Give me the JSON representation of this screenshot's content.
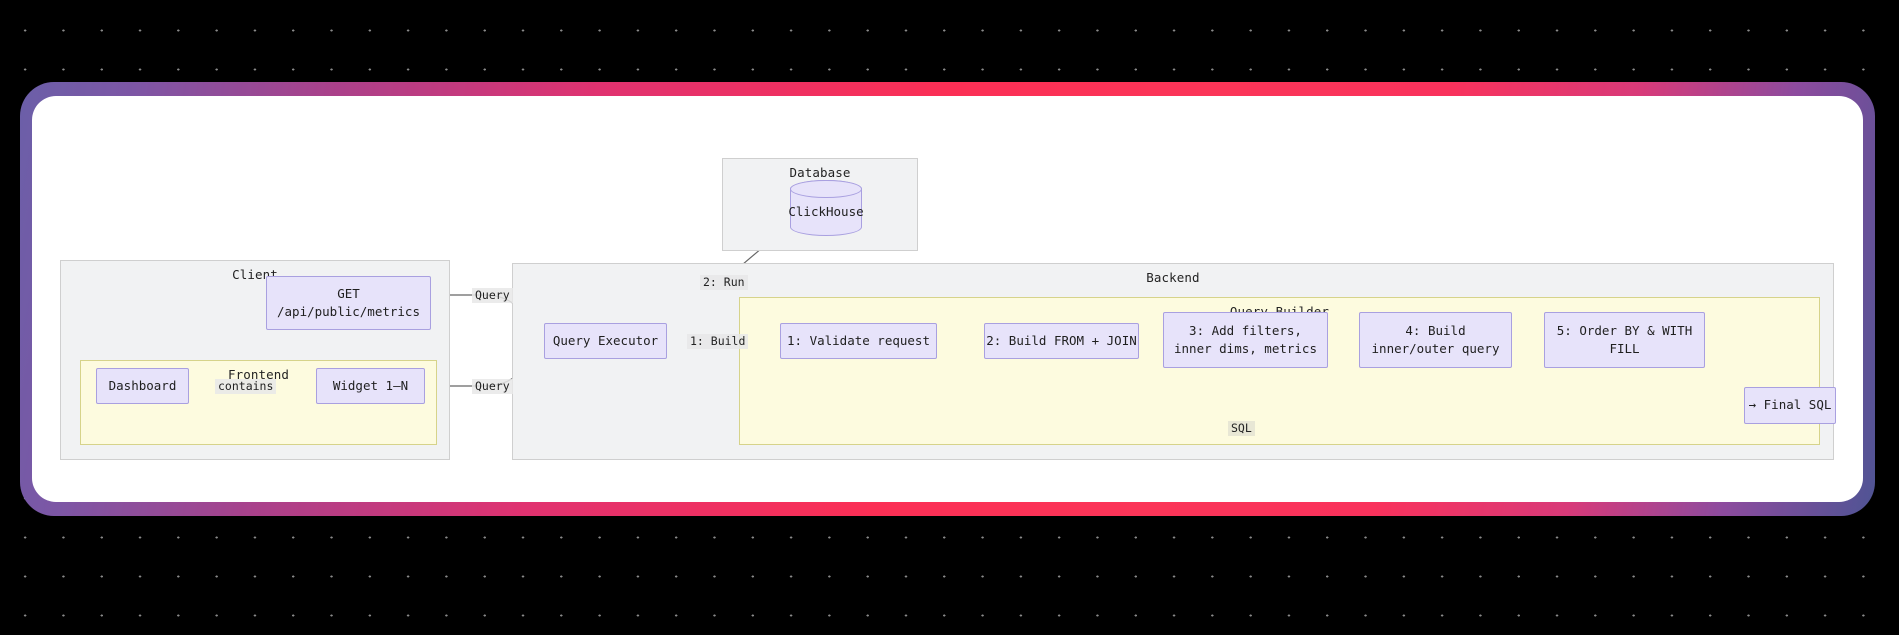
{
  "background": {
    "style": "dot-grid",
    "color": "#000000",
    "dot_color": "#8a8a8a"
  },
  "frame": {
    "gradient_from": "#6b5fa8",
    "gradient_mid": "#fb2f55",
    "gradient_to": "#4f5494",
    "card_background": "#ffffff"
  },
  "diagram": {
    "type": "flowchart",
    "subgraphs": [
      {
        "id": "client",
        "title": "Client",
        "fill": "#f1f2f3",
        "stroke": "#cfcfcf"
      },
      {
        "id": "frontend",
        "title": "Frontend",
        "fill": "#fdfbdf",
        "stroke": "#d6d38a"
      },
      {
        "id": "database",
        "title": "Database",
        "fill": "#f1f2f3",
        "stroke": "#cfcfcf"
      },
      {
        "id": "backend",
        "title": "Backend",
        "fill": "#f1f2f3",
        "stroke": "#cfcfcf"
      },
      {
        "id": "query_builder",
        "title": "Query Builder",
        "fill": "#fdfbdf",
        "stroke": "#d6d38a"
      }
    ],
    "nodes": [
      {
        "id": "get_metrics",
        "line1": "GET",
        "line2": "/api/public/metrics",
        "shape": "rect"
      },
      {
        "id": "dashboard",
        "line1": "Dashboard",
        "shape": "rect"
      },
      {
        "id": "widget",
        "line1": "Widget 1–N",
        "shape": "rect"
      },
      {
        "id": "clickhouse",
        "line1": "ClickHouse",
        "shape": "cylinder"
      },
      {
        "id": "query_executor",
        "line1": "Query Executor",
        "shape": "rect"
      },
      {
        "id": "step1",
        "line1": "1: Validate request",
        "shape": "rect"
      },
      {
        "id": "step2",
        "line1": "2: Build FROM + JOIN",
        "shape": "rect"
      },
      {
        "id": "step3",
        "line1": "3: Add filters,",
        "line2": "inner dims, metrics",
        "shape": "rect"
      },
      {
        "id": "step4",
        "line1": "4: Build",
        "line2": "inner/outer query",
        "shape": "rect"
      },
      {
        "id": "step5",
        "line1": "5: Order BY & WITH",
        "line2": "FILL",
        "shape": "rect"
      },
      {
        "id": "final_sql",
        "line1": "→ Final SQL",
        "shape": "rect"
      }
    ],
    "edges": [
      {
        "id": "e_get_query",
        "from": "get_metrics",
        "to": "query_executor",
        "label": "Query"
      },
      {
        "id": "e_dashboard_contains",
        "from": "dashboard",
        "to": "widget",
        "label": "contains"
      },
      {
        "id": "e_widget_query",
        "from": "widget",
        "to": "query_executor",
        "label": "Query"
      },
      {
        "id": "e_build",
        "from": "query_executor",
        "to": "step1",
        "label": "1: Build"
      },
      {
        "id": "e_run",
        "from": "query_executor",
        "to": "clickhouse",
        "label": "2: Run"
      },
      {
        "id": "e_step1_step2",
        "from": "step1",
        "to": "step2",
        "label": ""
      },
      {
        "id": "e_step2_step3",
        "from": "step2",
        "to": "step3",
        "label": ""
      },
      {
        "id": "e_step3_step4",
        "from": "step3",
        "to": "step4",
        "label": ""
      },
      {
        "id": "e_step4_step5",
        "from": "step4",
        "to": "step5",
        "label": ""
      },
      {
        "id": "e_step5_final",
        "from": "step5",
        "to": "final_sql",
        "label": ""
      },
      {
        "id": "e_sql_back",
        "from": "final_sql",
        "to": "query_executor",
        "label": "SQL"
      }
    ]
  }
}
